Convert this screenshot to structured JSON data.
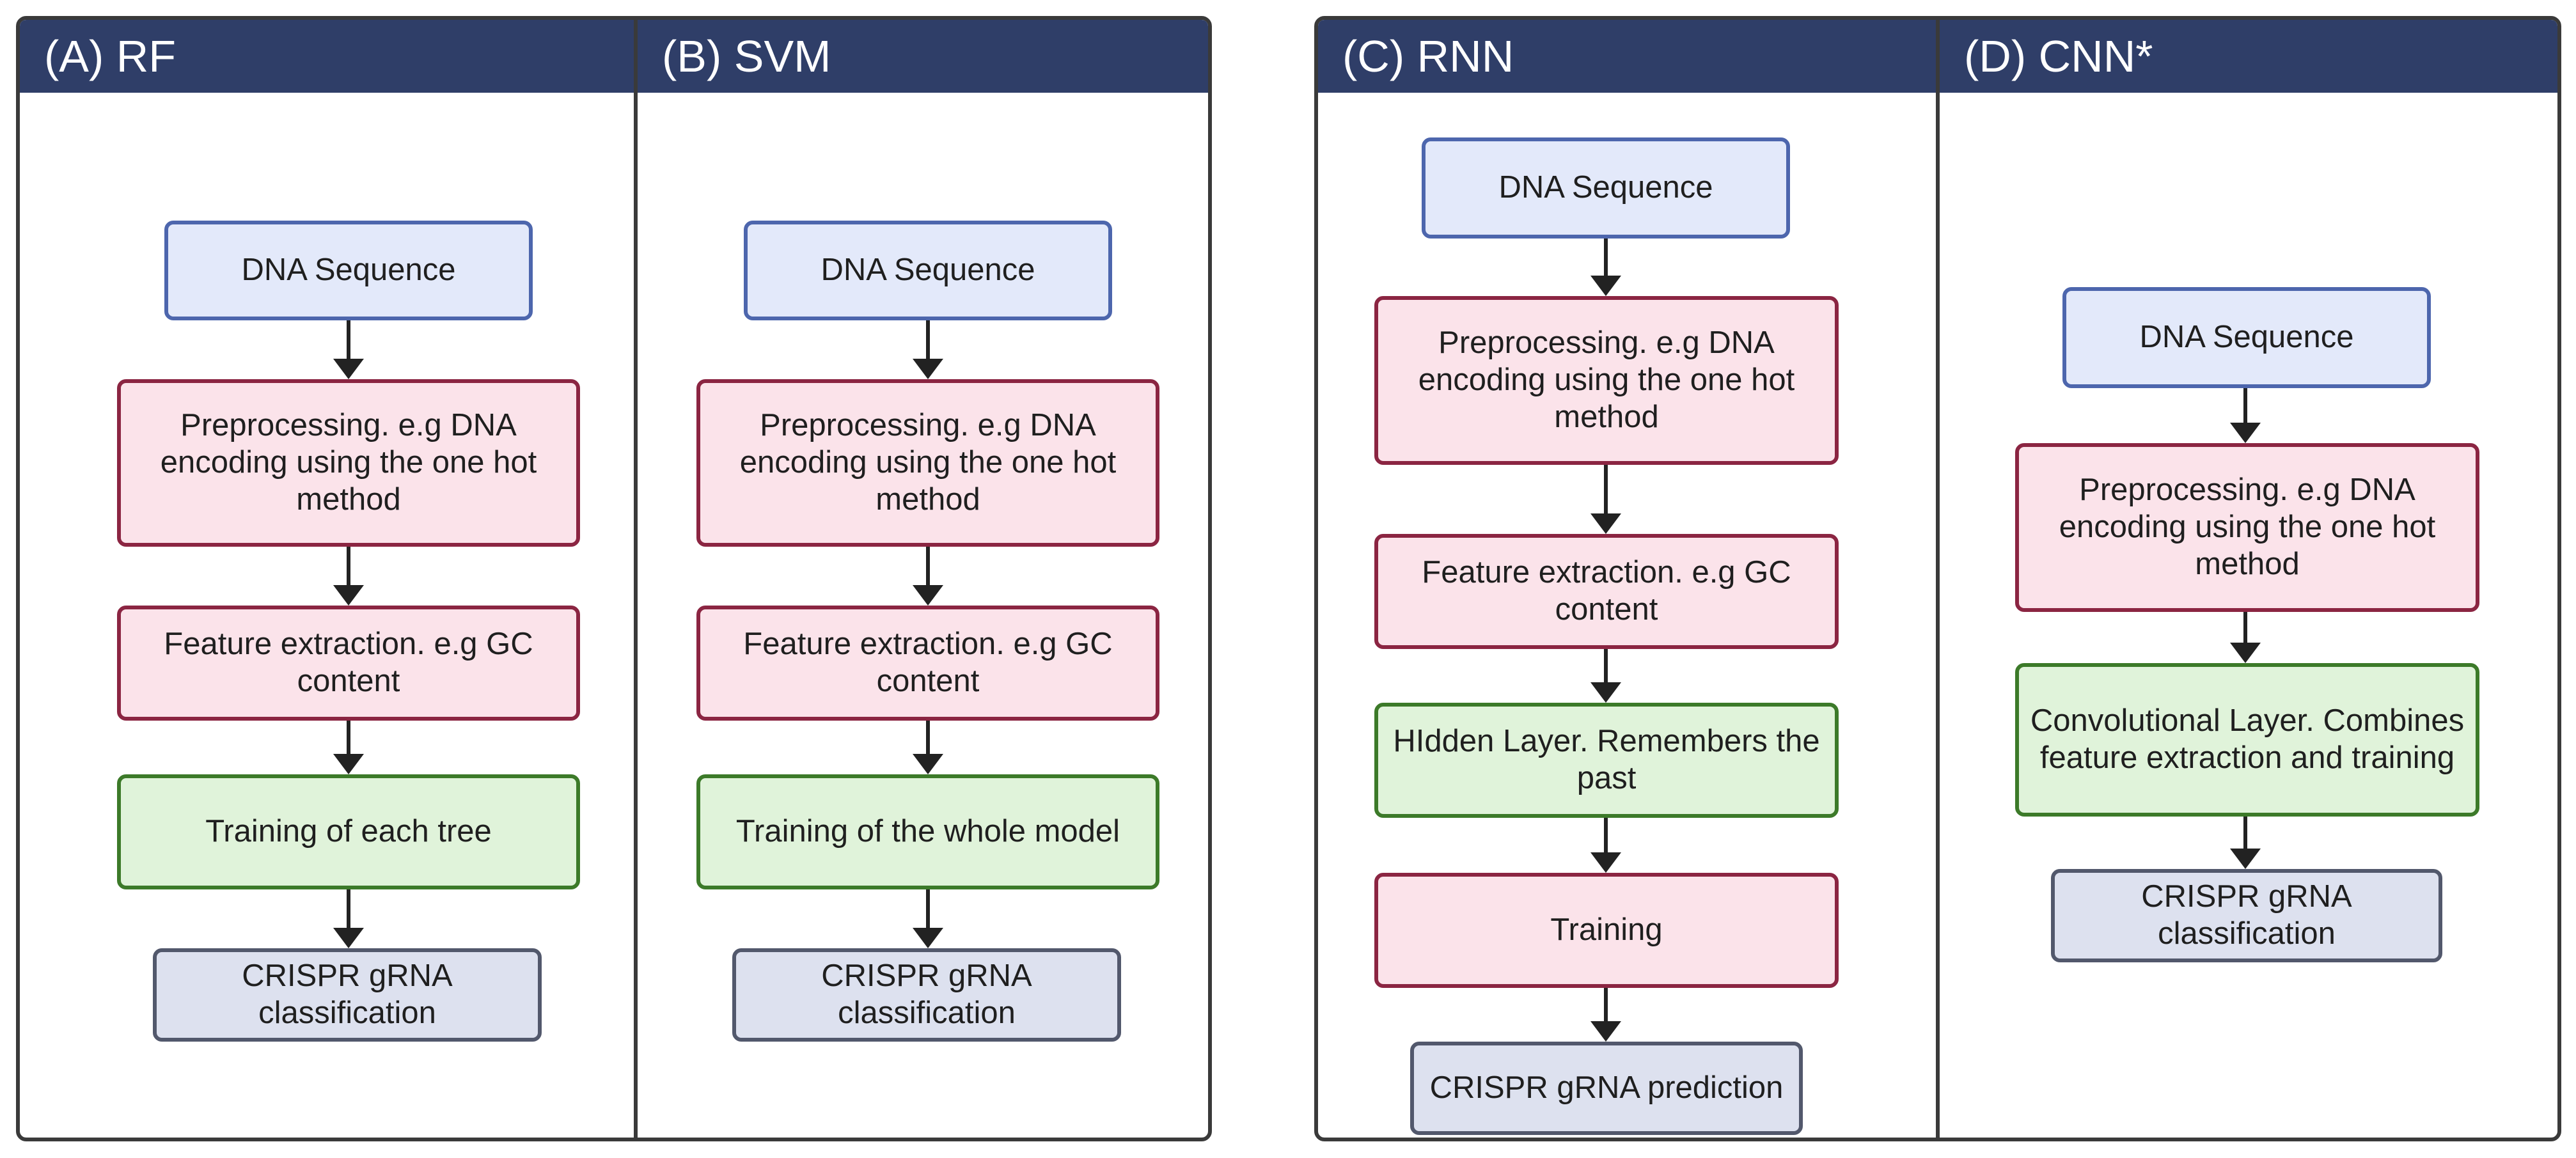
{
  "panels": {
    "rf": {
      "title": "(A) RF",
      "dna": "DNA Sequence",
      "preprocessing": "Preprocessing. e.g DNA encoding using the one hot method",
      "feature": "Feature extraction. e.g GC content",
      "training": "Training of each tree",
      "output": "CRISPR gRNA classification"
    },
    "svm": {
      "title": "(B) SVM",
      "dna": "DNA Sequence",
      "preprocessing": "Preprocessing. e.g DNA encoding using the one hot method",
      "feature": "Feature extraction. e.g GC content",
      "training": "Training of the whole model",
      "output": "CRISPR gRNA classification"
    },
    "rnn": {
      "title": "(C) RNN",
      "dna": "DNA Sequence",
      "preprocessing": "Preprocessing. e.g DNA encoding using the one hot method",
      "feature": "Feature extraction. e.g GC content",
      "hidden": "HIdden Layer. Remembers the past",
      "training": "Training",
      "output": "CRISPR gRNA prediction"
    },
    "cnn": {
      "title": "(D) CNN*",
      "dna": "DNA Sequence",
      "preprocessing": "Preprocessing. e.g DNA encoding using the one hot method",
      "conv": "Convolutional Layer. Combines feature extraction and training",
      "output": "CRISPR gRNA classification"
    }
  },
  "colors": {
    "header": "#2f3e68",
    "input_fill": "#e3e9fa",
    "input_border": "#4d66ad",
    "process_fill": "#fbe3ea",
    "process_border": "#8b2542",
    "training_fill": "#e0f3da",
    "training_border": "#3c7a29",
    "output_fill": "#dde1ef",
    "output_border": "#52586c"
  }
}
